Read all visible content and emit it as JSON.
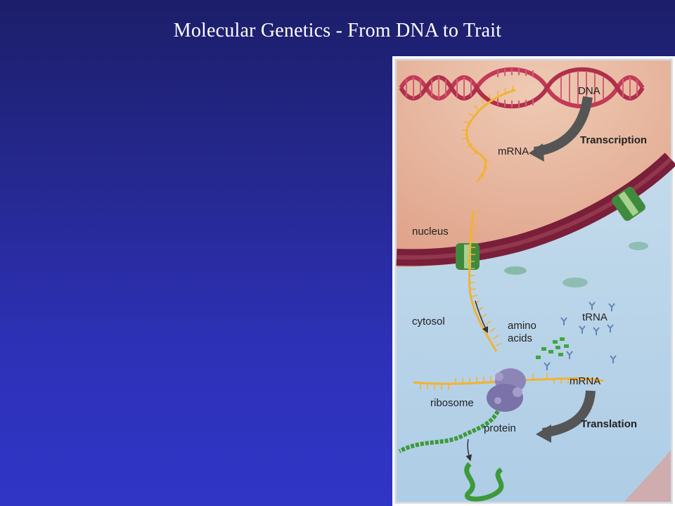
{
  "slide": {
    "title": "Molecular Genetics - From DNA to Trait"
  },
  "diagram": {
    "labels": {
      "dna": "DNA",
      "transcription": "Transcription",
      "mrna_top": "mRNA",
      "nucleus": "nucleus",
      "cytosol": "cytosol",
      "trna": "tRNA",
      "amino_acids_line1": "amino",
      "amino_acids_line2": "acids",
      "mrna_bottom": "mRNA",
      "ribosome": "ribosome",
      "translation": "Translation",
      "protein": "protein"
    },
    "colors": {
      "dna": "#c23a55",
      "mrna": "#f2b233",
      "nuclear_envelope": "#7a1f3a",
      "nuclear_pore": "#3f8a3c",
      "nucleus_bg": "#e9b39a",
      "cytosol_bg": "#b9d6ea",
      "ribosome": "#8d85b5",
      "protein": "#3d9a3a",
      "arrow": "#555555"
    }
  }
}
